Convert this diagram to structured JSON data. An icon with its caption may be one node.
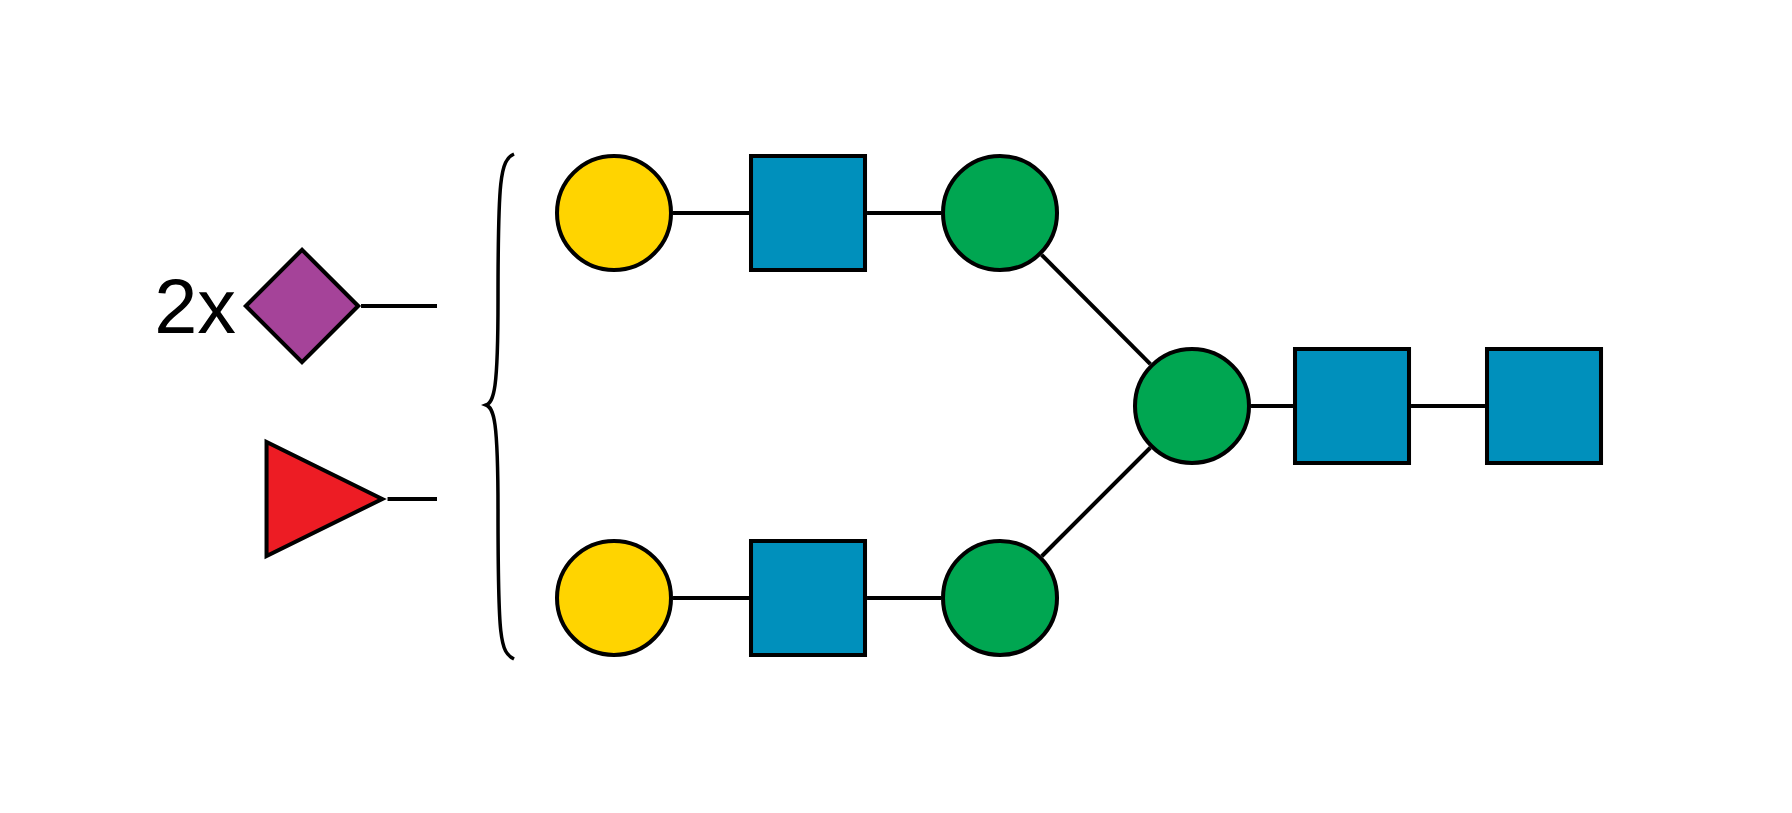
{
  "diagram": {
    "nodes": [
      {
        "text": [],
        "shape": "diamond",
        "beside": [
          "2x"
        ]
      },
      {
        "text": [],
        "shape": "triangle"
      },
      {
        "text": [],
        "shape": "circle"
      },
      {
        "text": [],
        "shape": "box"
      },
      {
        "text": [],
        "shape": "circle"
      },
      {
        "text": [],
        "shape": "circle"
      },
      {
        "text": [],
        "shape": "box"
      },
      {
        "text": [],
        "shape": "box"
      },
      {
        "text": [],
        "shape": "circle"
      },
      {
        "text": [],
        "shape": "box"
      },
      {
        "text": [],
        "shape": "circle"
      }
    ],
    "edges": [
      {
        "from": 0,
        "to": null,
        "arrow": "none"
      },
      {
        "from": 1,
        "to": null,
        "arrow": "none"
      },
      {
        "from": 2,
        "to": 3,
        "arrow": "none"
      },
      {
        "from": 3,
        "to": 4,
        "arrow": "none"
      },
      {
        "from": 4,
        "to": 5,
        "arrow": "none"
      },
      {
        "from": 8,
        "to": 9,
        "arrow": "none"
      },
      {
        "from": 9,
        "to": 10,
        "arrow": "none"
      },
      {
        "from": 10,
        "to": 5,
        "arrow": "none"
      },
      {
        "from": 5,
        "to": 6,
        "arrow": "none"
      },
      {
        "from": 6,
        "to": 7,
        "arrow": "none"
      }
    ]
  }
}
